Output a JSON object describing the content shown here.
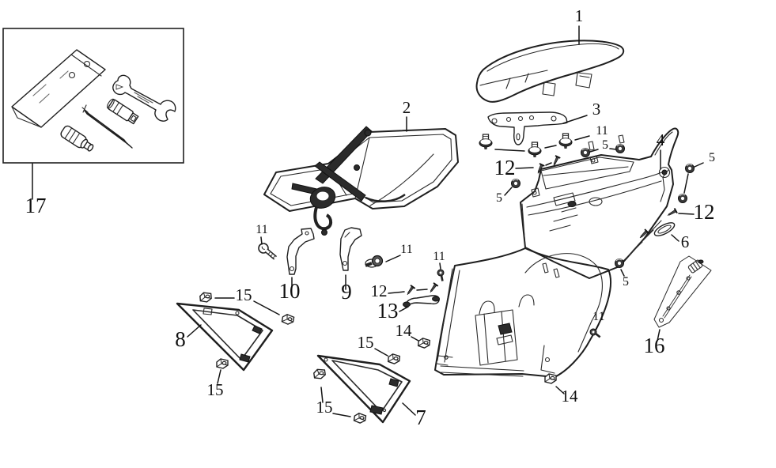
{
  "diagram": {
    "colors": {
      "background": "#ffffff",
      "line": "#1f1f1f"
    },
    "callouts": [
      {
        "part": "seat",
        "label": "1"
      },
      {
        "part": "tail-cover",
        "label": "2"
      },
      {
        "part": "seat-bracket",
        "label": "3"
      },
      {
        "part": "bolt-group-top",
        "label": "11"
      },
      {
        "part": "grommet-pair-top",
        "label": "5"
      },
      {
        "part": "rear-body",
        "label": "4"
      },
      {
        "part": "grommet-pair-right",
        "label": "5"
      },
      {
        "part": "screw-right",
        "label": "12"
      },
      {
        "part": "side-trim",
        "label": "6"
      },
      {
        "part": "screw-pair-top",
        "label": "12"
      },
      {
        "part": "grommet-left",
        "label": "5"
      },
      {
        "part": "bolt-left",
        "label": "11"
      },
      {
        "part": "bracket-left",
        "label": "10"
      },
      {
        "part": "bracket-right",
        "label": "9"
      },
      {
        "part": "bolt-center",
        "label": "11"
      },
      {
        "part": "screw-center",
        "label": "11"
      },
      {
        "part": "screw-pair-center",
        "label": "12"
      },
      {
        "part": "seat-lock-handle",
        "label": "13"
      },
      {
        "part": "clip-group-left-top",
        "label": "15"
      },
      {
        "part": "left-side-cover",
        "label": "8"
      },
      {
        "part": "clip-left-bottom",
        "label": "15"
      },
      {
        "part": "clip-center-top",
        "label": "14"
      },
      {
        "part": "clip-right-top",
        "label": "15"
      },
      {
        "part": "clip-right-left",
        "label": "15"
      },
      {
        "part": "right-side-cover",
        "label": "7"
      },
      {
        "part": "screw-lower-right",
        "label": "11"
      },
      {
        "part": "clip-center-bottom",
        "label": "14"
      },
      {
        "part": "lock-cable",
        "label": "16"
      },
      {
        "part": "tool-kit",
        "label": "17"
      },
      {
        "part": "grommet-bottom",
        "label": "5"
      }
    ]
  }
}
